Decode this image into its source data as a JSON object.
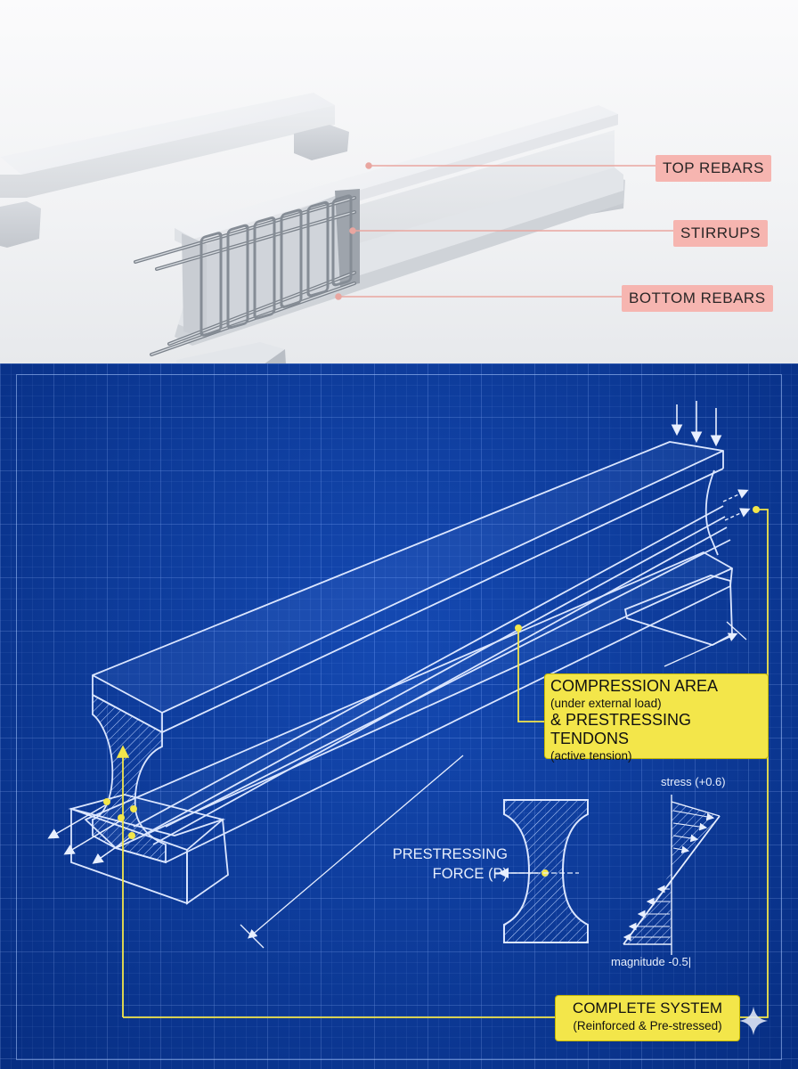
{
  "top_panel": {
    "labels": {
      "top_rebars": "TOP REBARS",
      "stirrups": "STIRRUPS",
      "bottom_rebars": "BOTTOM REBARS"
    }
  },
  "blueprint": {
    "compression": {
      "line1": "COMPRESSION AREA",
      "line2": "(under external load)",
      "line3": "& PRESTRESSING TENDONS",
      "line4": "(active tension)"
    },
    "prestress_force": {
      "line1": "PRESTRESSING",
      "line2": "FORCE (P)"
    },
    "stress_diagram": {
      "top_label": "stress (+0.6)",
      "bottom_label": "magnitude -0.5|"
    },
    "system": {
      "line1": "COMPLETE SYSTEM",
      "line2": "(Reinforced & Pre-stressed)"
    }
  },
  "colors": {
    "blueprint_bg": "#0a3b9c",
    "label_yellow": "#f3e64a",
    "label_pink": "#f6b5b0",
    "leader_pink": "#e9a6a0",
    "leader_yellow": "#f3e64a"
  },
  "icons": [
    "load-arrow-icon",
    "sparkle-icon"
  ]
}
